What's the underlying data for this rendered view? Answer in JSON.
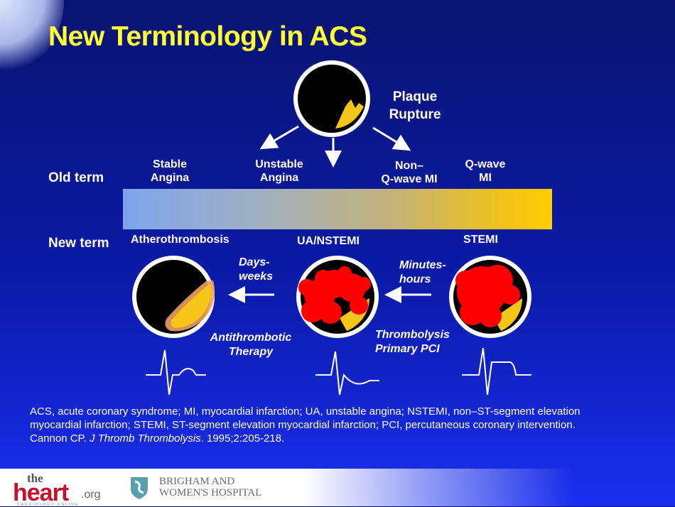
{
  "title": "New Terminology in ACS",
  "plaque_label": "Plaque\nRupture",
  "row_labels": {
    "old": "Old term",
    "new": "New term"
  },
  "old_terms": {
    "stable": "Stable\nAngina",
    "unstable": "Unstable\nAngina",
    "nonq": "Non–\nQ-wave MI",
    "qwave": "Q-wave\nMI"
  },
  "new_terms": {
    "athero": "Atherothrombosis",
    "ua": "UA/NSTEMI",
    "stemi": "STEMI"
  },
  "transitions": {
    "days_weeks": "Days-\nweeks",
    "minutes_hours": "Minutes-\nhours"
  },
  "therapies": {
    "antithrombotic": "Antithrombotic\nTherapy",
    "thrombolysis": "Thrombolysis\nPrimary PCI"
  },
  "footnote": {
    "definitions": "ACS, acute coronary syndrome; MI, myocardial infarction; UA, unstable angina; NSTEMI, non–ST-segment elevation myocardial infarction; STEMI, ST-segment elevation myocardial infarction; PCI, percutaneous coronary intervention.",
    "cite_author": "Cannon CP. ",
    "cite_journal": "J Thromb Thrombolysis",
    "cite_rest": ". 1995;2:205-218."
  },
  "logos": {
    "heart_the": "the",
    "heart_name": "heart",
    "heart_org": ".org",
    "heart_sub": "CARDIOLOGY ONLINE",
    "bwh": "BRIGHAM AND\nWOMEN'S HOSPITAL"
  },
  "colors": {
    "title": "#ffff33",
    "thrombus": "#ff0000",
    "plaque": "#f5c518",
    "lumen": "#000000"
  }
}
